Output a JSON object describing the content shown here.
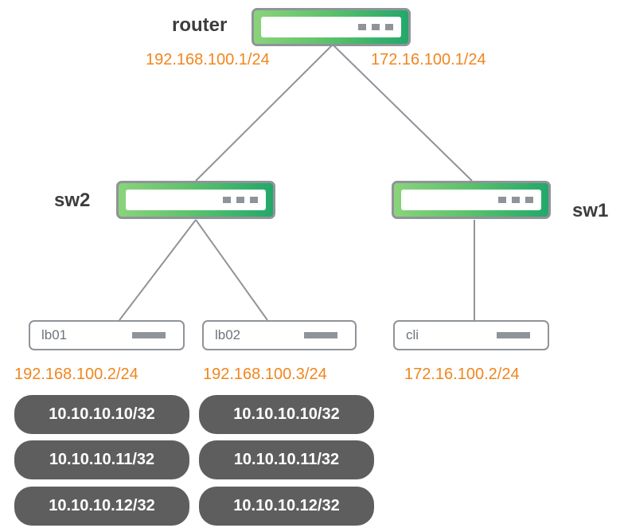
{
  "devices": {
    "router": {
      "name": "router",
      "ip_left": "192.168.100.1/24",
      "ip_right": "172.16.100.1/24"
    },
    "sw2": {
      "name": "sw2"
    },
    "sw1": {
      "name": "sw1"
    },
    "lb01": {
      "name": "lb01",
      "ip": "192.168.100.2/24",
      "vips": [
        "10.10.10.10/32",
        "10.10.10.11/32",
        "10.10.10.12/32"
      ]
    },
    "lb02": {
      "name": "lb02",
      "ip": "192.168.100.3/24",
      "vips": [
        "10.10.10.10/32",
        "10.10.10.11/32",
        "10.10.10.12/32"
      ]
    },
    "cli": {
      "name": "cli",
      "ip": "172.16.100.2/24"
    }
  },
  "links": [
    [
      "router",
      "sw2"
    ],
    [
      "router",
      "sw1"
    ],
    [
      "sw2",
      "lb01"
    ],
    [
      "sw2",
      "lb02"
    ],
    [
      "sw1",
      "cli"
    ]
  ],
  "colors": {
    "ip_text": "#f0861e",
    "label_text": "#3d3d3d",
    "device_border": "#8f9499",
    "switch_green_start": "#8ad37b",
    "switch_green_end": "#23a86a",
    "vip_pill": "#5e5e5e",
    "link": "#8f9499"
  },
  "icons": {
    "switch": "network-switch-icon",
    "server": "server-icon"
  }
}
